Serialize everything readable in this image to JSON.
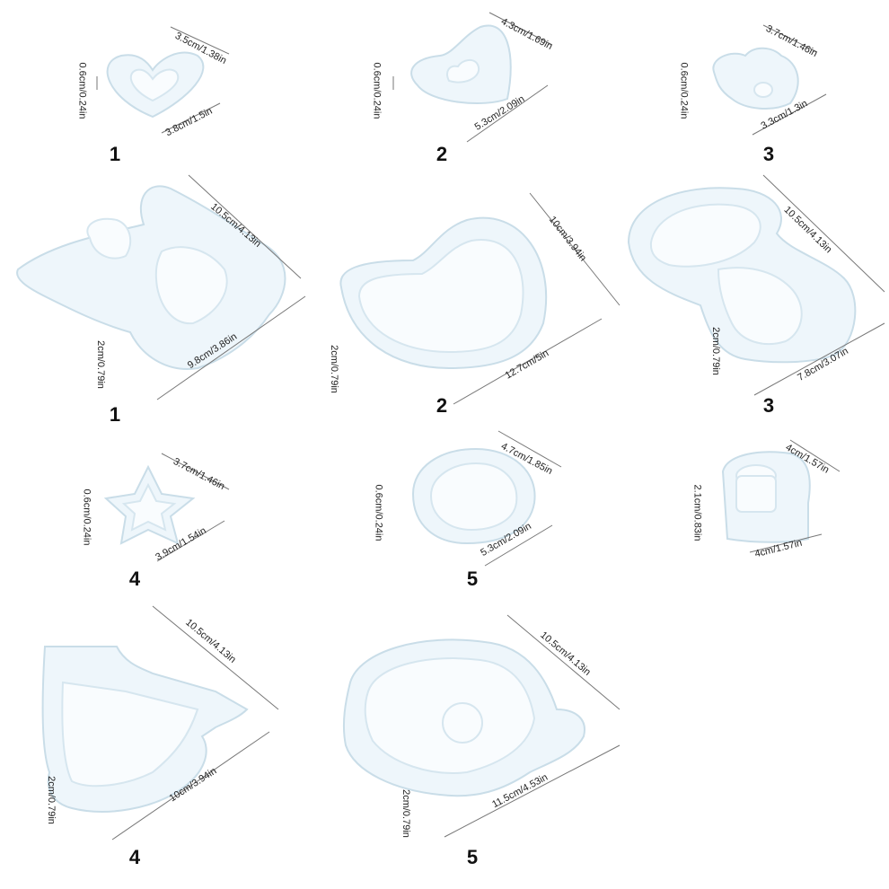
{
  "product_labels": {
    "s1": "1",
    "s2": "2",
    "s3": "3",
    "s4": "4",
    "s5": "5",
    "l1": "1",
    "l2": "2",
    "l3": "3",
    "l4": "4",
    "l5": "5"
  },
  "dimensions": {
    "s1_w": "3.5cm/1.38in",
    "s1_d": "3.8cm/1.5in",
    "s1_h": "0.6cm/0.24in",
    "s2_w": "4.3cm/1.69in",
    "s2_d": "5.3cm/2.09in",
    "s2_h": "0.6cm/0.24in",
    "s3_w": "3.7cm/1.46in",
    "s3_d": "3.3cm/1.3in",
    "s3_h": "0.6cm/0.24in",
    "l1_w": "10.5cm/4.13in",
    "l1_d": "9.8cm/3.86in",
    "l1_h": "2cm/0.79in",
    "l2_w": "10cm/3.94in",
    "l2_d": "12.7cm/5in",
    "l2_h": "2cm/0.79in",
    "l3_w": "10.5cm/4.13in",
    "l3_d": "7.8cm/3.07in",
    "l3_h": "2cm/0.79in",
    "s4_w": "3.7cm/1.46in",
    "s4_d": "3.9cm/1.54in",
    "s4_h": "0.6cm/0.24in",
    "s5_w": "4.7cm/1.85in",
    "s5_d": "5.3cm/2.09in",
    "s5_h": "0.6cm/0.24in",
    "cup_w": "4cm/1.57in",
    "cup_d": "4cm/1.57in",
    "cup_h": "2.1cm/0.83in",
    "l4_w": "10.5cm/4.13in",
    "l4_d": "10cm/3.94in",
    "l4_h": "2cm/0.79in",
    "l5_w": "10.5cm/4.13in",
    "l5_d": "11.5cm/4.53in",
    "l5_h": "2cm/0.79in"
  }
}
